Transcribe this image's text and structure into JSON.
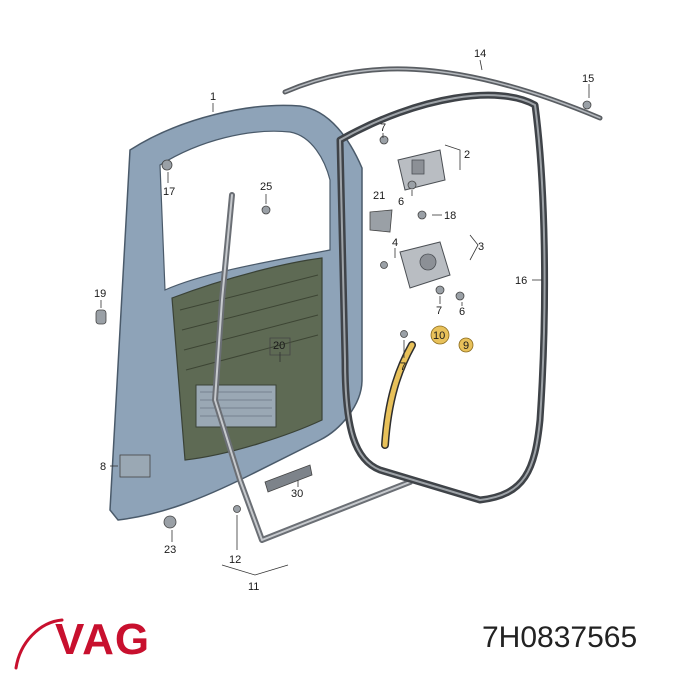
{
  "diagram": {
    "callouts": [
      {
        "id": "c1",
        "text": "1"
      },
      {
        "id": "c2",
        "text": "2"
      },
      {
        "id": "c3",
        "text": "3"
      },
      {
        "id": "c4",
        "text": "4"
      },
      {
        "id": "c6a",
        "text": "6"
      },
      {
        "id": "c6b",
        "text": "6"
      },
      {
        "id": "c7a",
        "text": "7"
      },
      {
        "id": "c7b",
        "text": "7"
      },
      {
        "id": "c7c",
        "text": "7"
      },
      {
        "id": "c8",
        "text": "8"
      },
      {
        "id": "c9",
        "text": "9"
      },
      {
        "id": "c10",
        "text": "10"
      },
      {
        "id": "c11",
        "text": "11"
      },
      {
        "id": "c12",
        "text": "12"
      },
      {
        "id": "c14",
        "text": "14"
      },
      {
        "id": "c15",
        "text": "15"
      },
      {
        "id": "c16",
        "text": "16"
      },
      {
        "id": "c17",
        "text": "17"
      },
      {
        "id": "c18",
        "text": "18"
      },
      {
        "id": "c19",
        "text": "19"
      },
      {
        "id": "c20",
        "text": "20"
      },
      {
        "id": "c21",
        "text": "21"
      },
      {
        "id": "c23",
        "text": "23"
      },
      {
        "id": "c25",
        "text": "25"
      },
      {
        "id": "c30",
        "text": "30"
      }
    ],
    "highlight_color": "#e8c15a",
    "door_color": "#8ea3b8"
  },
  "brand": {
    "logo_text": "VAG",
    "color": "#c8102e"
  },
  "part_number": "7H0837565"
}
